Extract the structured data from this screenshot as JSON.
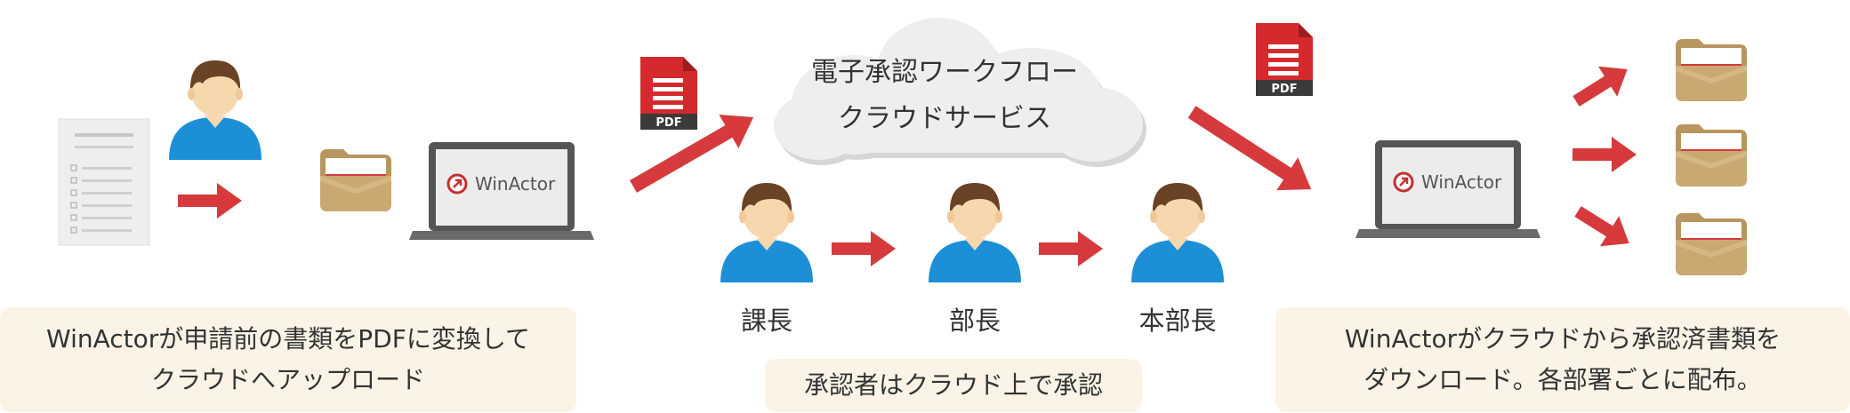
{
  "step1": {
    "caption_line1": "WinActorが申請前の書類をPDFに変換して",
    "caption_line2": "クラウドへアップロード"
  },
  "cloud": {
    "line1": "電子承認ワークフロー",
    "line2": "クラウドサービス"
  },
  "roles": [
    "課長",
    "部長",
    "本部長"
  ],
  "step2": {
    "caption": "承認者はクラウド上で承認"
  },
  "step3": {
    "caption_line1": "WinActorがクラウドから承認済書類を",
    "caption_line2": "ダウンロード。各部署ごとに配布。"
  },
  "pdf_label": "PDF",
  "laptop_brand": "WinActor",
  "icons": [
    "document-icon",
    "person-icon",
    "folder-icon",
    "laptop-icon",
    "pdf-icon",
    "cloud-icon",
    "arrow-icon"
  ],
  "colors": {
    "arrow": "#d63a3c",
    "person_shirt": "#1c8fd6",
    "person_hair": "#6a4326",
    "skin": "#f7d8ae",
    "folder": "#c6a46e",
    "caption_bg": "#fbf4e6",
    "pdf_red": "#d42a2d",
    "cloud": "#eeeeee"
  }
}
